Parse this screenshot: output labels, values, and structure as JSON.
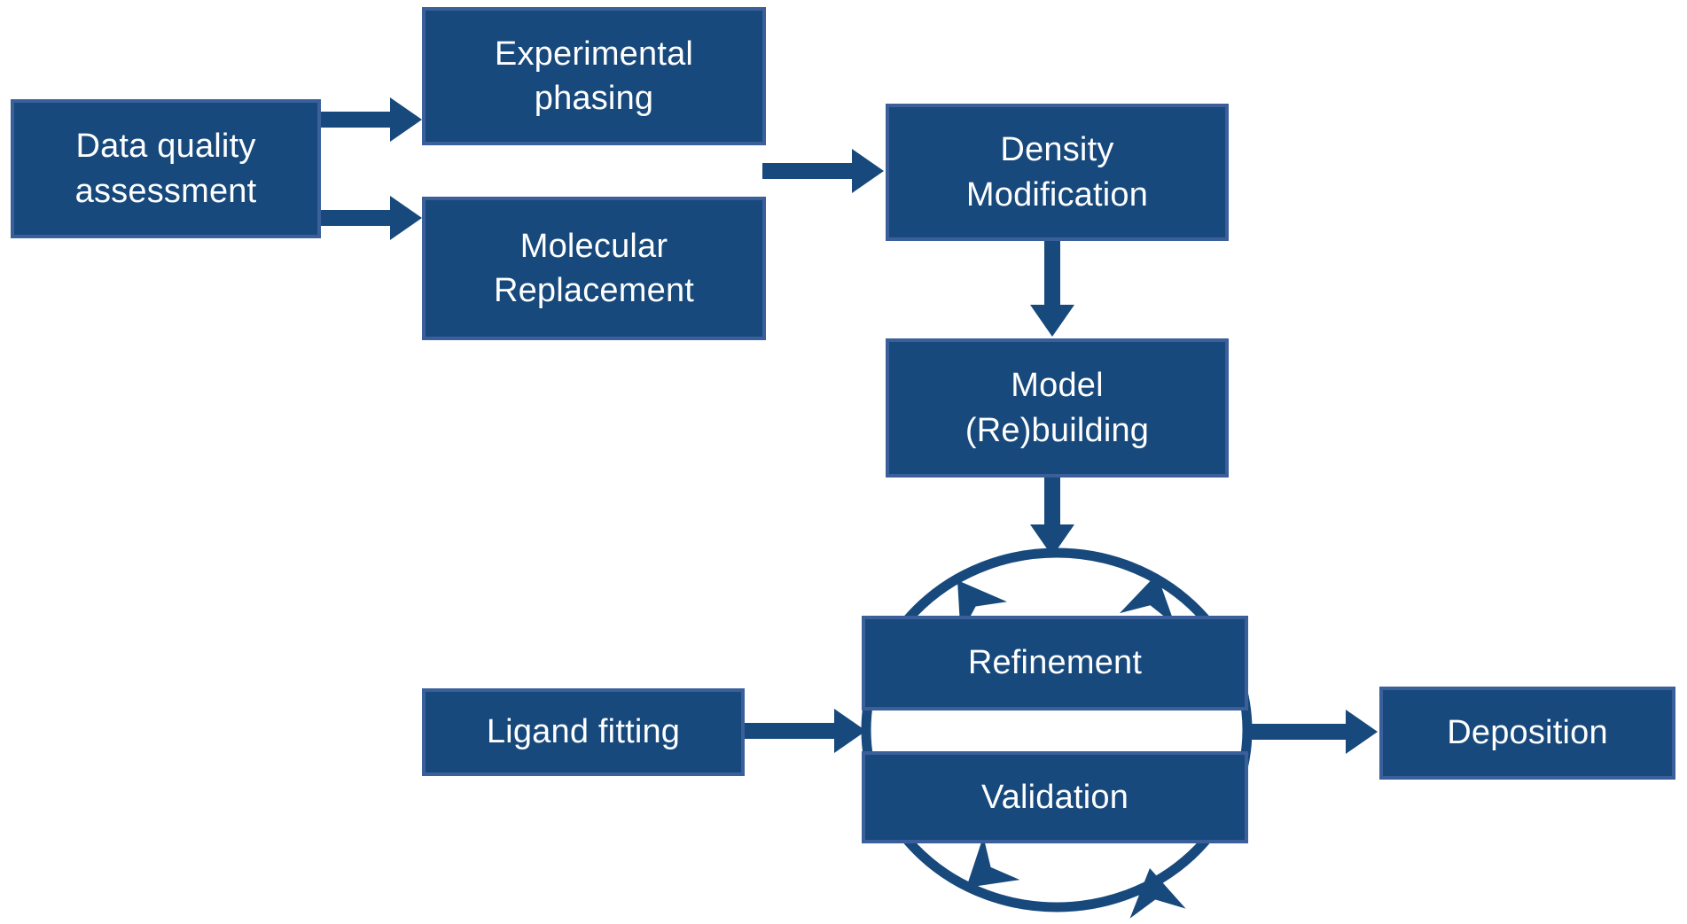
{
  "diagram": {
    "type": "flowchart",
    "description": "Crystallography structure solution workflow",
    "background": "#ffffff",
    "colors": {
      "node_fill": "#17497c",
      "node_border": "#3a5f9a",
      "arrow": "#17497c",
      "label_text": "#ffffff"
    },
    "nodes": [
      {
        "id": "data-quality-assessment",
        "label": "Data quality\nassessment"
      },
      {
        "id": "experimental-phasing",
        "label": "Experimental\nphasing"
      },
      {
        "id": "molecular-replacement",
        "label": "Molecular\nReplacement"
      },
      {
        "id": "density-modification",
        "label": "Density\nModification"
      },
      {
        "id": "model-rebuilding",
        "label": "Model\n(Re)building"
      },
      {
        "id": "refinement",
        "label": "Refinement"
      },
      {
        "id": "validation",
        "label": "Validation"
      },
      {
        "id": "ligand-fitting",
        "label": "Ligand fitting"
      },
      {
        "id": "deposition",
        "label": "Deposition"
      }
    ],
    "edges": [
      {
        "from": "data-quality-assessment",
        "to": "experimental-phasing"
      },
      {
        "from": "data-quality-assessment",
        "to": "molecular-replacement"
      },
      {
        "from": "experimental-phasing+molecular-replacement",
        "to": "density-modification"
      },
      {
        "from": "density-modification",
        "to": "model-rebuilding"
      },
      {
        "from": "model-rebuilding",
        "to": "refinement-validation-cycle"
      },
      {
        "from": "ligand-fitting",
        "to": "refinement-validation-cycle"
      },
      {
        "from": "refinement-validation-cycle",
        "to": "deposition"
      }
    ],
    "cycle": {
      "id": "refinement-validation-cycle",
      "members": [
        "refinement",
        "validation"
      ],
      "style": "circular arrows, clockwise loop"
    }
  }
}
